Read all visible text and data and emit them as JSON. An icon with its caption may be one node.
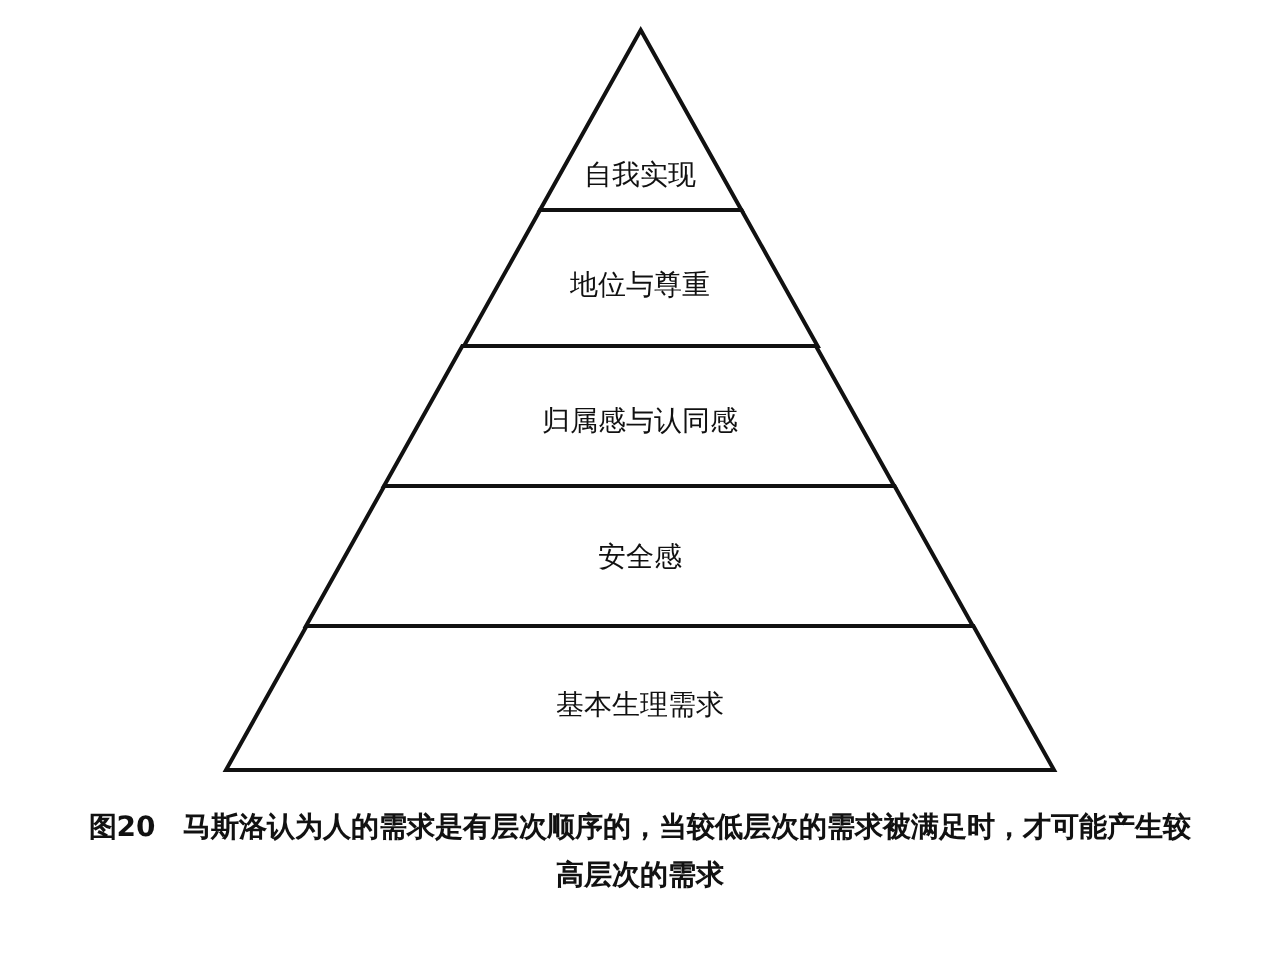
{
  "diagram": {
    "caption": "图20　马斯洛认为人的需求是有层次顺序的，当较低层次的需求被满足时，才可能产生较高层次的需求",
    "nodes": [
      {
        "text": [
          "自我实现"
        ]
      },
      {
        "text": [
          "地位与尊重"
        ]
      },
      {
        "text": [
          "归属感与认同感"
        ]
      },
      {
        "text": [
          "安全感"
        ]
      },
      {
        "text": [
          "基本生理需求"
        ]
      }
    ],
    "edges": []
  }
}
